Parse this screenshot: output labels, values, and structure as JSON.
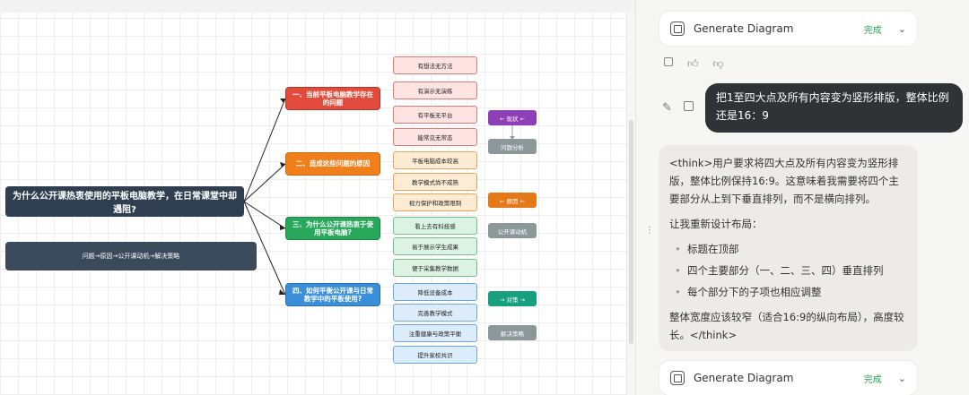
{
  "mindmap": {
    "root": "为什么公开课热衷使用的平板电脑教学，在日常课堂中却遇阻?",
    "flow": "问题→原因→公开课动机→解决策略",
    "categories": [
      {
        "label": "一、当前平板电脑教学存在的问题",
        "color": "#e24b3b",
        "items": [
          "有想法无方法",
          "有演示无演练",
          "有平板无平台",
          "能常见无常态"
        ]
      },
      {
        "label": "二、造成这些问题的原因",
        "color": "#ef7f1a",
        "items": [
          "平板电脑成本较高",
          "教学模式尚不成熟",
          "视力保护和政策限制"
        ]
      },
      {
        "label": "三、为什么公开课热衷于使用平板电脑?",
        "color": "#27a85a",
        "items": [
          "看上去有科技感",
          "易于展示学生成果",
          "便于采集教学数据"
        ]
      },
      {
        "label": "四、如何平衡公开课与日常教学中的平板使用?",
        "color": "#3a8fd8",
        "items": [
          "降低设备成本",
          "完善教学模式",
          "注重健康与政策平衡",
          "提升家校共识"
        ]
      }
    ],
    "tags": [
      {
        "label": "← 现状 ←",
        "color": "#8e3fb8"
      },
      {
        "label": "问题分析",
        "color": "#8c9799"
      },
      {
        "label": "← 原因 ←",
        "color": "#e5791a"
      },
      {
        "label": "公开课动机",
        "color": "#8c9799"
      },
      {
        "label": "→ 对策 →",
        "color": "#17a07e"
      },
      {
        "label": "解决策略",
        "color": "#8c9799"
      }
    ]
  },
  "chat": {
    "tool_card_top": {
      "name": "Generate Diagram",
      "status": "完成"
    },
    "user_message": "把1至四大点及所有内容变为竖形排版，整体比例还是16：9",
    "assistant": {
      "para1": "<think>用户要求将四大点及所有内容变为竖形排版，整体比例保持16:9。这意味着我需要将四个主要部分从上到下垂直排列，而不是横向排列。",
      "para2": "让我重新设计布局：",
      "bullets": [
        "标题在顶部",
        "四个主要部分（一、二、三、四）垂直排列",
        "每个部分下的子项也相应调整"
      ],
      "para3": "整体宽度应该较窄（适合16:9的纵向布局），高度较长。</think>"
    },
    "tool_card_bottom": {
      "name": "Generate Diagram",
      "status": "完成"
    },
    "icons": {
      "copy": "copy-icon",
      "like": "thumbs-up-icon",
      "dislike": "thumbs-down-icon",
      "edit": "edit-icon",
      "expand": "chevron-down-icon",
      "tool": "chip-icon"
    }
  }
}
